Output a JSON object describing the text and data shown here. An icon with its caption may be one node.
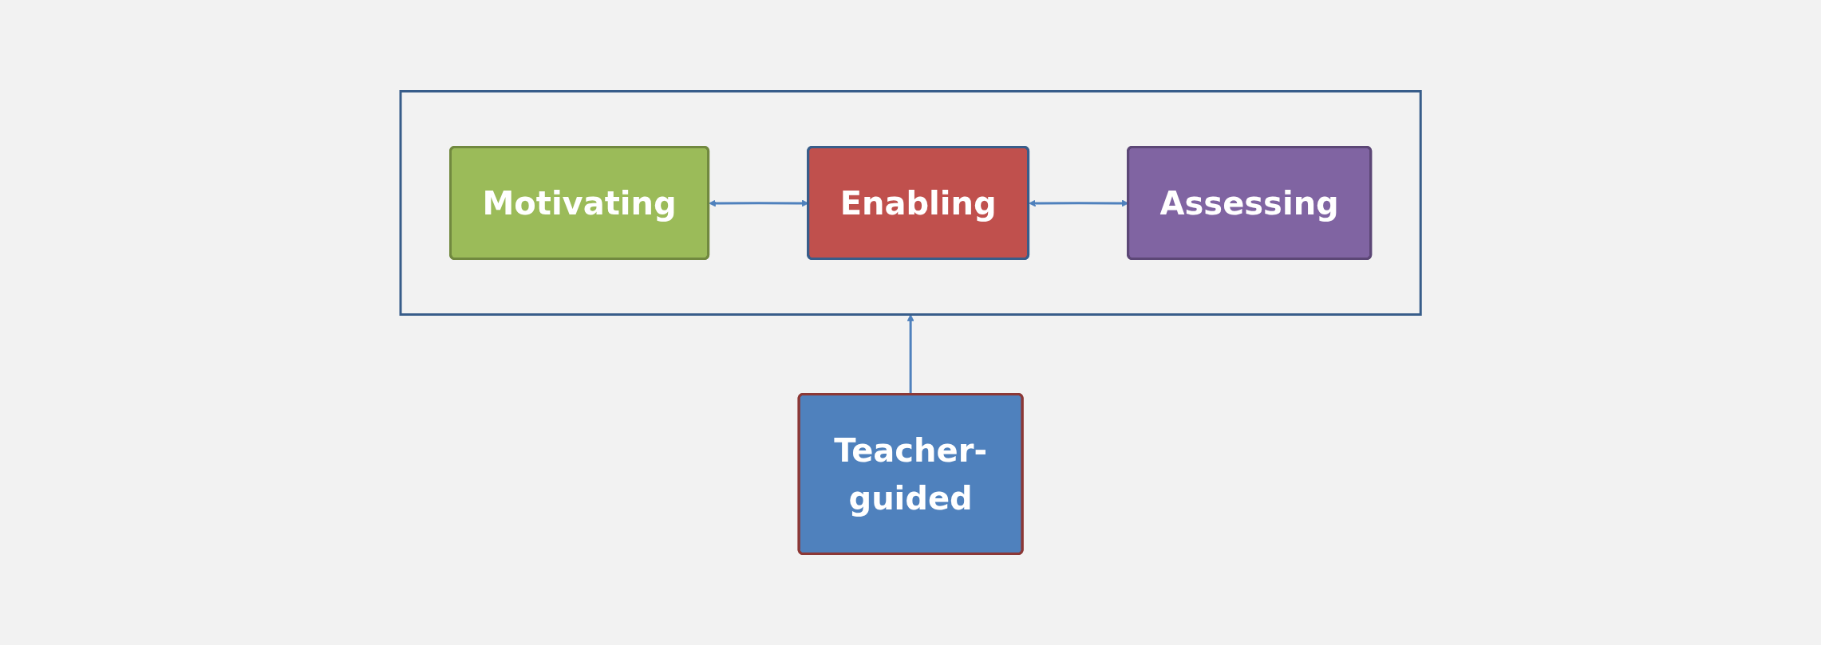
{
  "diagram": {
    "nodes": [
      {
        "text": [],
        "shape": "box"
      },
      {
        "text": [
          "Motivating"
        ],
        "in": 0
      },
      {
        "text": [
          "Enabling"
        ],
        "in": 0
      },
      {
        "text": [
          "Assessing"
        ],
        "in": 0
      },
      {
        "text": [
          "Teacher-guided"
        ]
      }
    ],
    "edges": [
      {
        "from": 1,
        "to": 2,
        "arrow": "both"
      },
      {
        "from": 2,
        "to": 3,
        "arrow": "both"
      },
      {
        "from": 4,
        "to": 0,
        "arrow": "to"
      }
    ]
  }
}
